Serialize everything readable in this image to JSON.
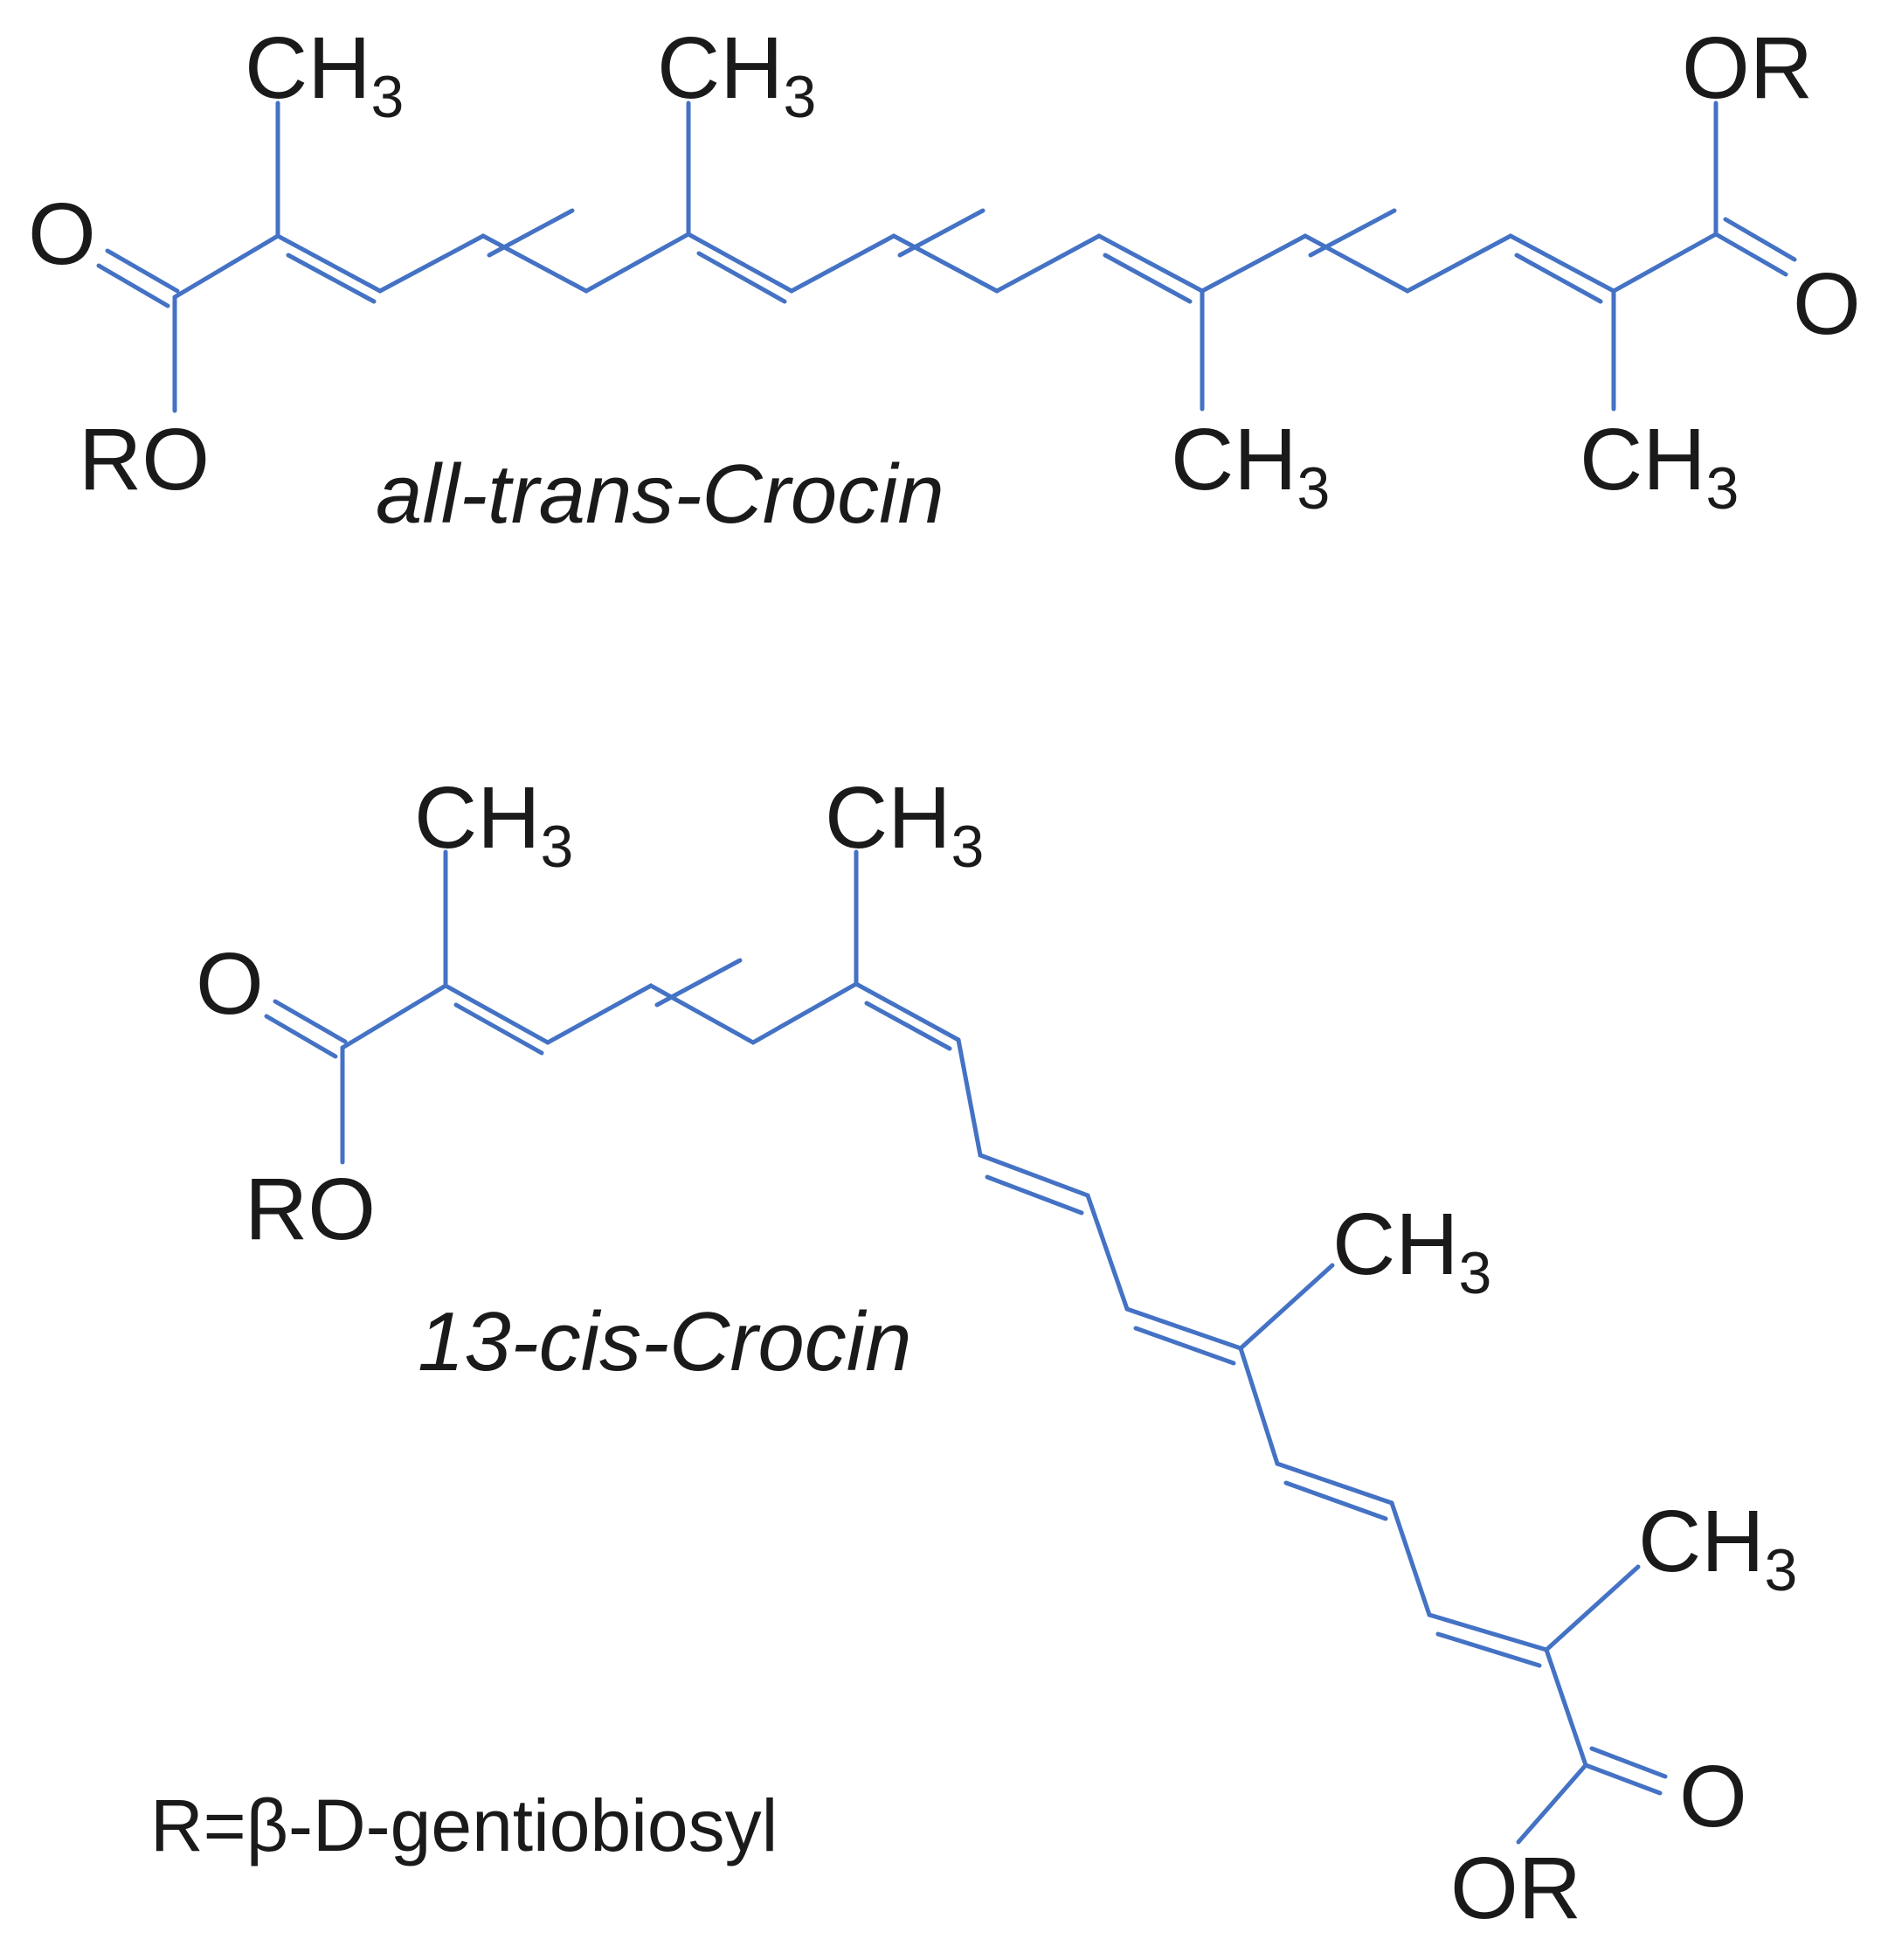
{
  "structures": [
    {
      "id": "all-trans",
      "name": "all-trans-Crocin",
      "labels": {
        "ch3": "CH",
        "ch3_sub": "3",
        "ro": "RO",
        "or": "OR",
        "o": "O"
      }
    },
    {
      "id": "13-cis",
      "name": "13-cis-Crocin",
      "labels": {
        "ch3": "CH",
        "ch3_sub": "3",
        "ro": "RO",
        "or": "OR",
        "o": "O"
      }
    }
  ],
  "footnote": "R=β-D-gentiobiosyl",
  "colors": {
    "bond": "#4472c4",
    "text": "#1a1a1a"
  }
}
